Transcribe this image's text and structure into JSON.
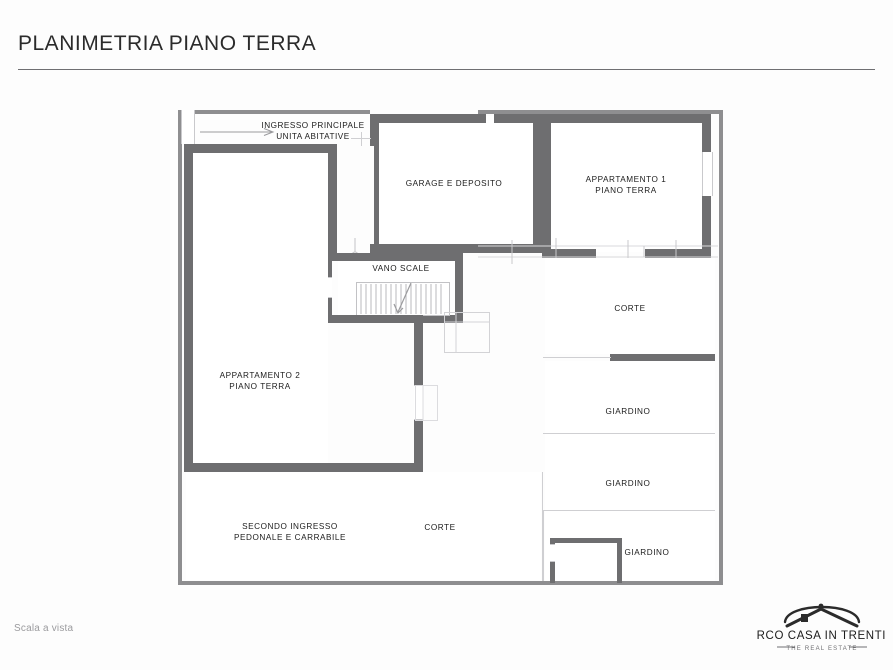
{
  "header": {
    "title": "PLANIMETRIA PIANO TERRA"
  },
  "footer": {
    "scale_note": "Scala a vista",
    "logo": {
      "name": "CERCO CASA IN TRENTINO",
      "tagline": "THE REAL ESTATE",
      "icon": "house-roof-icon"
    }
  },
  "floorplan": {
    "annotations": [
      {
        "id": "main-entrance",
        "text": "INGRESSO PRINCIPALE\nUNITA ABITATIVE"
      }
    ],
    "rooms": [
      {
        "id": "garage",
        "label": "GARAGE E DEPOSITO"
      },
      {
        "id": "apartment-1",
        "label": "APPARTAMENTO 1\nPIANO TERRA"
      },
      {
        "id": "stairwell",
        "label": "VANO SCALE"
      },
      {
        "id": "apartment-2",
        "label": "APPARTAMENTO 2\nPIANO TERRA"
      },
      {
        "id": "courtyard-north",
        "label": "CORTE"
      },
      {
        "id": "garden-1",
        "label": "GIARDINO"
      },
      {
        "id": "garden-2",
        "label": "GIARDINO"
      },
      {
        "id": "garden-3",
        "label": "GIARDINO"
      },
      {
        "id": "courtyard-south",
        "label": "CORTE"
      },
      {
        "id": "second-entrance",
        "label": "SECONDO INGRESSO\nPEDONALE E CARRABILE"
      }
    ],
    "colors": {
      "wall": "#6e6e70",
      "boundary_wall": "#8e8e90",
      "partition": "#cfcfd2",
      "room_fill": "#ffffff",
      "page_background": "#fdfdfd",
      "text": "#1c1c1c",
      "muted_text": "#9b9b9e"
    }
  }
}
